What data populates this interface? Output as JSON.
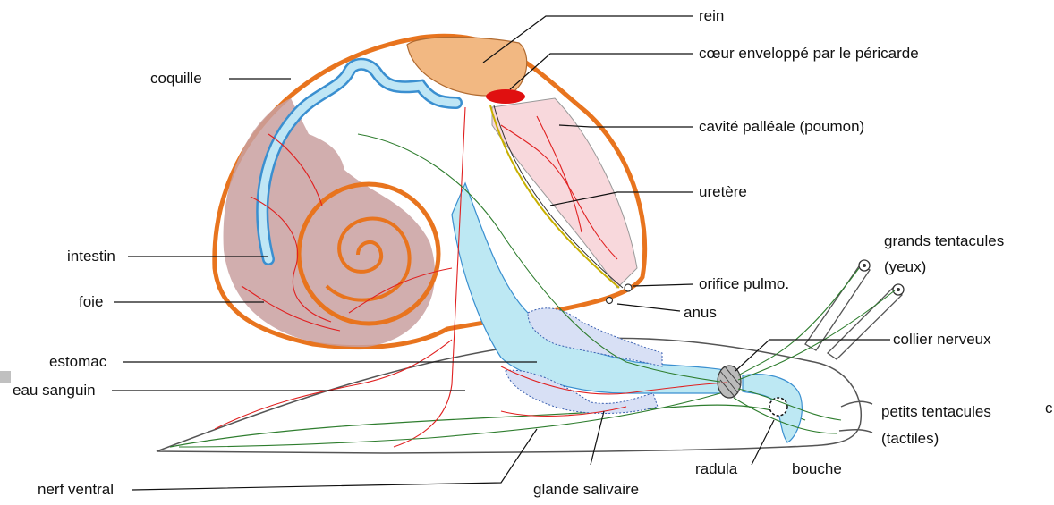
{
  "labels": {
    "rein": "rein",
    "coeur": "cœur enveloppé par le péricarde",
    "coquille": "coquille",
    "cavite": "cavité palléale (poumon)",
    "uretere": "uretère",
    "intestin": "intestin",
    "grands_tentacules_1": "grands tentacules",
    "grands_tentacules_2": "(yeux)",
    "orifice": "orifice pulmo.",
    "foie": "foie",
    "anus": "anus",
    "collier": "collier nerveux",
    "estomac": "estomac",
    "vaisseau": "eau sanguin",
    "petits_tentacules_1": "petits tentacules",
    "petits_tentacules_2": "(tactiles)",
    "nerf": "nerf ventral",
    "radula": "radula",
    "bouche": "bouche",
    "glande": "glande salivaire",
    "edge_c": "c"
  },
  "colors": {
    "shell": "#e8741e",
    "liver": "#c9a0a0",
    "intestine": "#bfe6f5",
    "intestine_edge": "#3a8fd0",
    "lung": "#f8d8dc",
    "kidney": "#f2b882",
    "heart": "#e01010",
    "vessel": "#e02020",
    "nerve": "#2e7d2e",
    "stomach": "#bde8f3"
  }
}
